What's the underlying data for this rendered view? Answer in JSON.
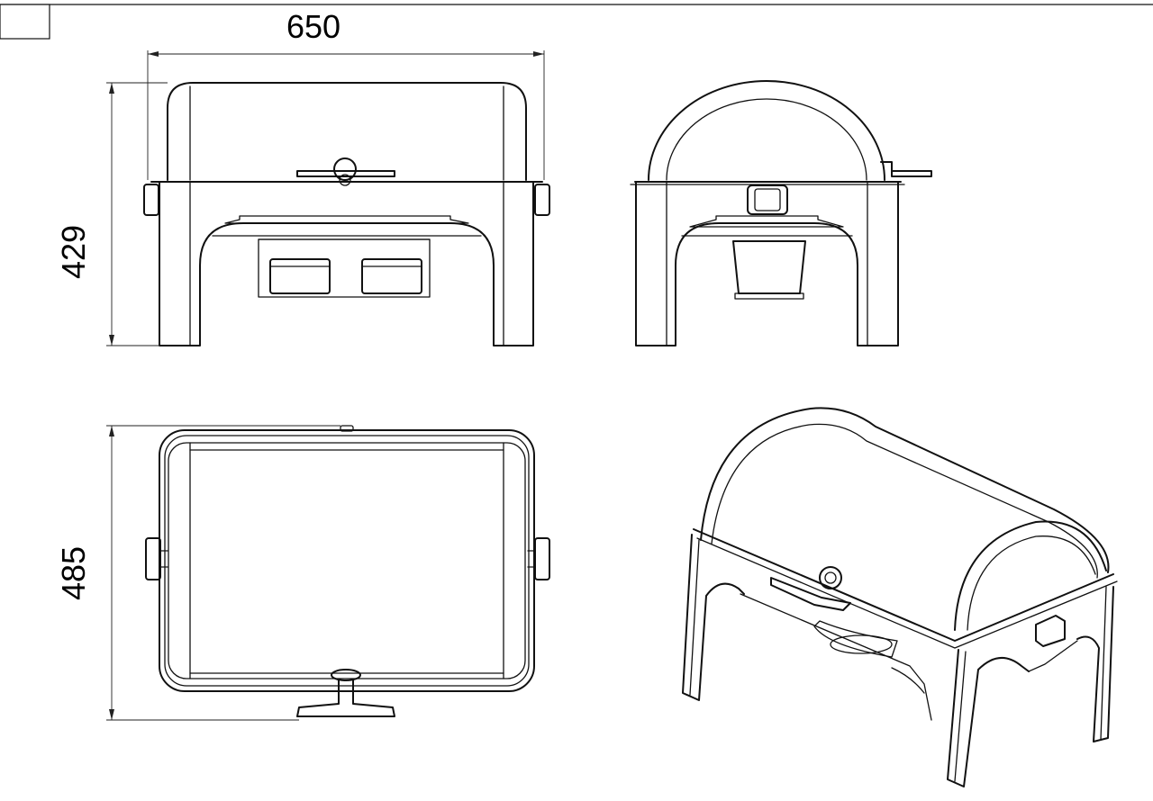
{
  "drawing": {
    "dimensions": {
      "width": "650",
      "height": "429",
      "depth": "485"
    },
    "views": [
      "front-view",
      "side-view",
      "top-view",
      "isometric-view"
    ]
  }
}
